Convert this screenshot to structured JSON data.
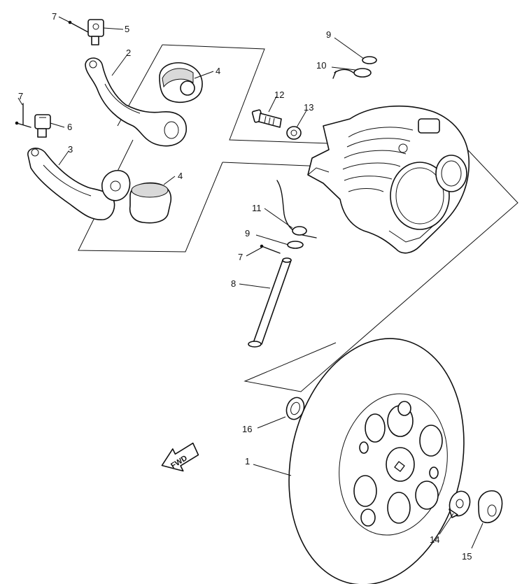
{
  "callouts": {
    "c1": "1",
    "c2": "2",
    "c3": "3",
    "c4a": "4",
    "c4b": "4",
    "c5": "5",
    "c6": "6",
    "c7a": "7",
    "c7b": "7",
    "c7c": "7",
    "c8": "8",
    "c9a": "9",
    "c9b": "9",
    "c10": "10",
    "c11": "11",
    "c12": "12",
    "c13": "13",
    "c14": "14",
    "c15": "15",
    "c16": "16"
  },
  "fwd_label": "FWD"
}
